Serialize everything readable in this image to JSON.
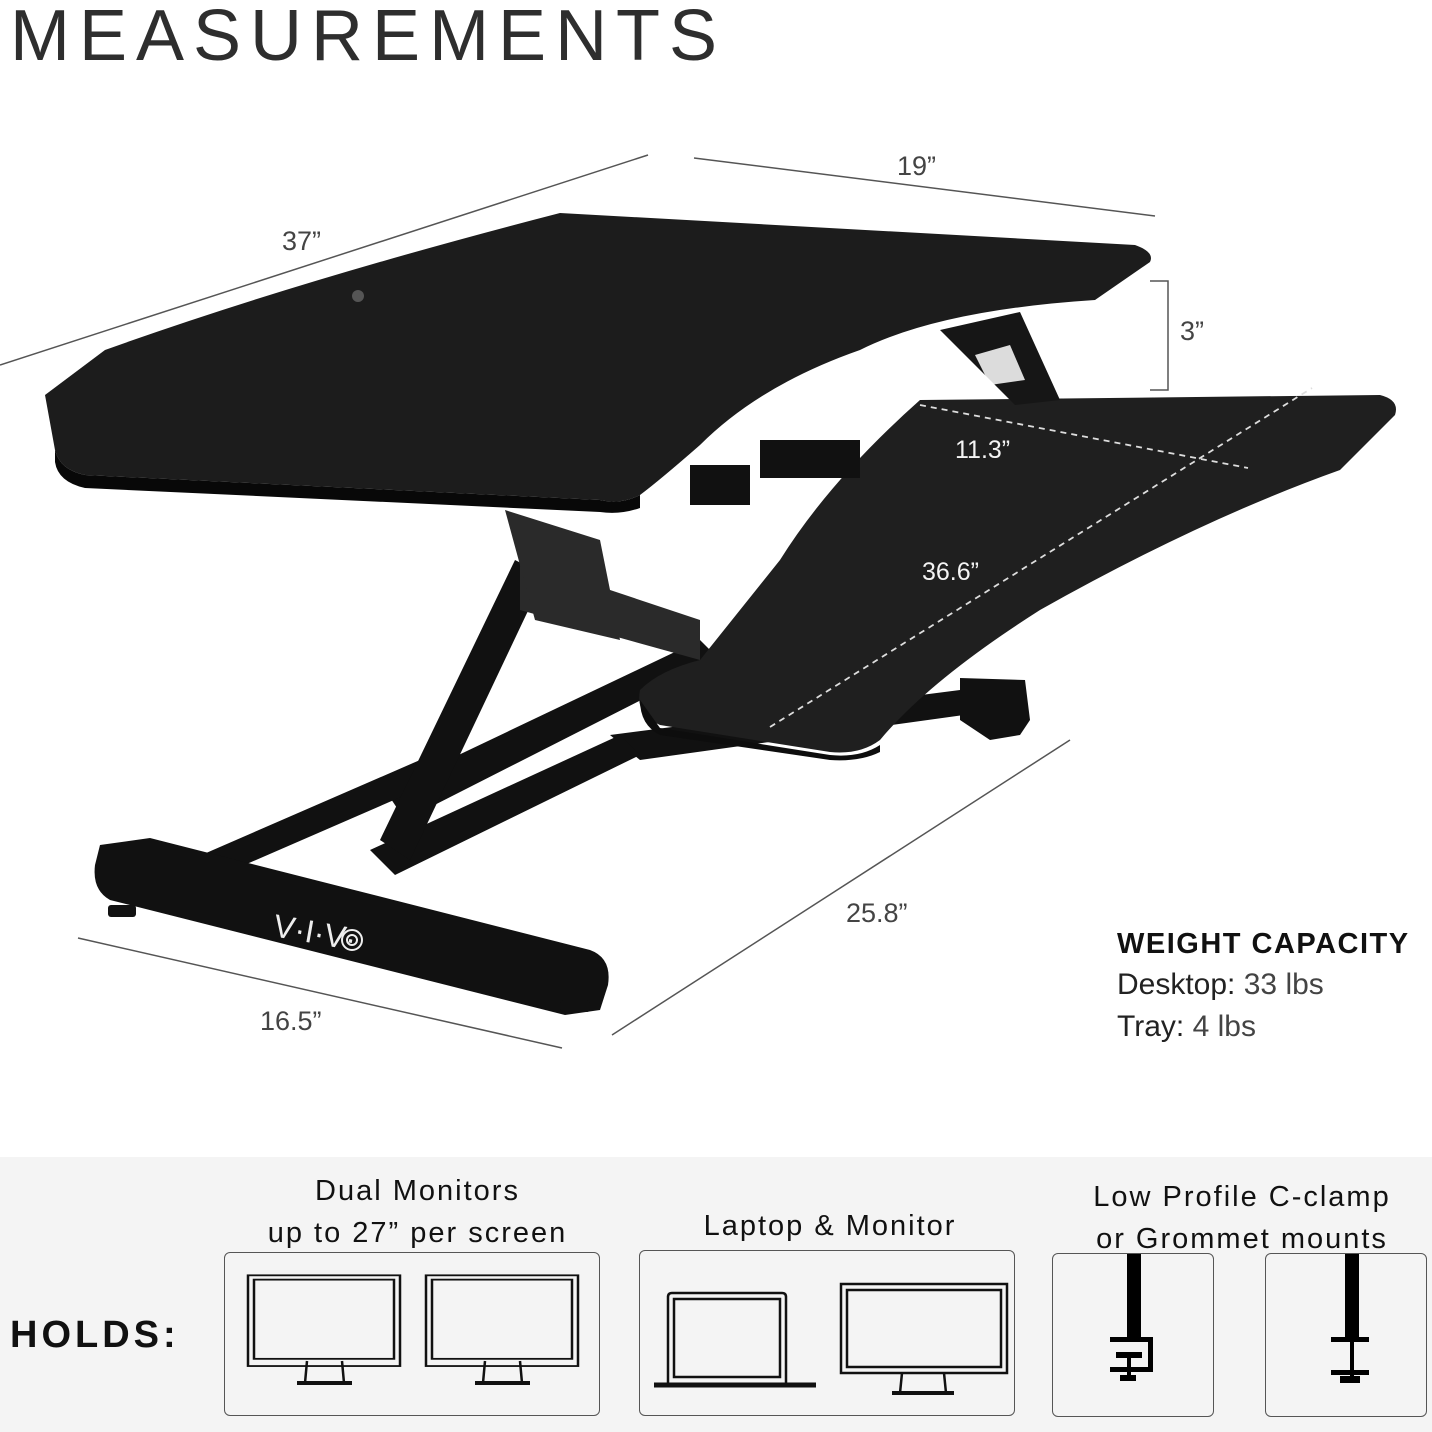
{
  "header": {
    "title": "MEASUREMENTS"
  },
  "dimensions": {
    "desktop_width": "37”",
    "desktop_depth": "19”",
    "desktop_height": "3”",
    "tray_depth": "11.3”",
    "tray_width": "36.6”",
    "base_depth": "25.8”",
    "base_width": "16.5”"
  },
  "brand": {
    "logo_text": "V·I·V·"
  },
  "weight_capacity": {
    "heading": "WEIGHT CAPACITY",
    "desktop_label": "Desktop:",
    "desktop_value": "33 lbs",
    "tray_label": "Tray:",
    "tray_value": "4 lbs"
  },
  "holds": {
    "label": "HOLDS:",
    "groups": [
      {
        "caption_line1": "Dual Monitors",
        "caption_line2": "up to 27” per screen",
        "icons": [
          "monitor-icon",
          "monitor-icon"
        ]
      },
      {
        "caption_line1": "Laptop & Monitor",
        "icons": [
          "laptop-icon",
          "monitor-icon"
        ]
      },
      {
        "caption_line1": "Low Profile C-clamp",
        "caption_line2": "or Grommet mounts",
        "icons": [
          "c-clamp-icon",
          "grommet-icon"
        ]
      }
    ]
  },
  "colors": {
    "background": "#ffffff",
    "band": "#f4f4f4",
    "desk": "#1c1c1c",
    "text": "#222222"
  }
}
